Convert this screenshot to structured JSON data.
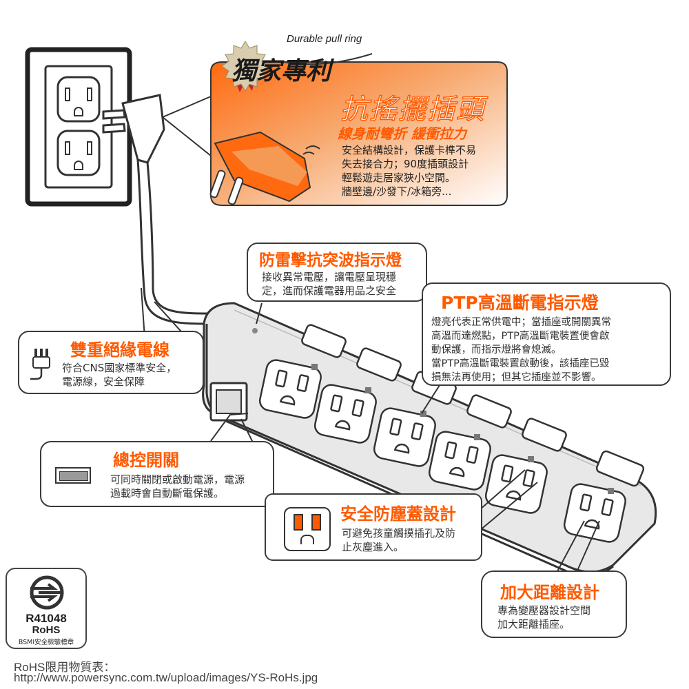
{
  "patent": {
    "pull_ring_en": "Durable pull ring",
    "badge": "獨家專利",
    "title": "抗搖擺插頭",
    "subtitle": "線身耐彎折 緩衝拉力",
    "lines": [
      "安全結構設計，保護卡榫不易",
      "失去接合力；90度插頭設計",
      "輕鬆遊走居家狹小空間。",
      "牆壁邊/沙發下/冰箱旁..."
    ]
  },
  "surge": {
    "title": "防雷擊抗突波指示燈",
    "lines": [
      "接收異常電壓，讓電壓呈現穩",
      "定，進而保護電器用品之安全"
    ]
  },
  "ptp": {
    "title": "PTP高溫斷電指示燈",
    "lines": [
      "燈亮代表正常供電中；當插座或開關異常",
      "高溫而達燃點，PTP高溫斷電裝置便會啟",
      "動保護，而指示燈將會熄滅。",
      "當PTP高溫斷電裝置啟動後，該插座已毀",
      "損無法再使用；但其它插座並不影響。"
    ]
  },
  "insulation": {
    "title": "雙重絕緣電線",
    "lines": [
      "符合CNS國家標準安全，",
      "電源線，安全保障"
    ]
  },
  "master": {
    "title": "總控開關",
    "lines": [
      "可同時關閉或啟動電源，電源",
      "過載時會自動斷電保護。"
    ]
  },
  "dust": {
    "title": "安全防塵蓋設計",
    "lines": [
      "可避免孩童觸摸插孔及防",
      "止灰塵進入。"
    ]
  },
  "spacing": {
    "title": "加大距離設計",
    "lines": [
      "專為變壓器設計空間",
      "加大距離插座。"
    ]
  },
  "bsmi": {
    "code": "R41048",
    "rohs": "RoHS",
    "label": "BSMI安全檢驗標章"
  },
  "footer": {
    "line1": "RoHS限用物質表：",
    "line2": "http://www.powersync.com.tw/upload/images/YS-RoHs.jpg"
  },
  "colors": {
    "accent": "#ff5a00",
    "orange_light": "#f7a96f",
    "outline": "#3a3a3a",
    "strip_grey": "#e6e6e6"
  }
}
